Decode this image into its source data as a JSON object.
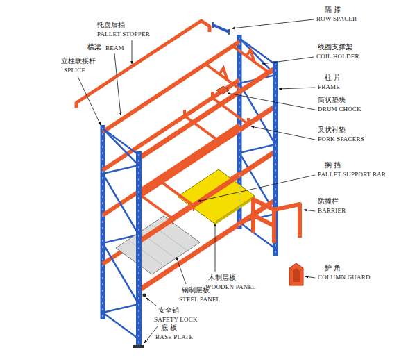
{
  "diagram": {
    "labels": [
      "托盘后挡",
      "PALLET STOPPER",
      "横梁",
      "BEAM",
      "立柱联接杆",
      "SPLICE",
      "隔 撑",
      "ROW SPACER",
      "线圈支撑架",
      "COIL HOLDER",
      "柱 片",
      "FRAME",
      "筒状垫块",
      "DRUM CHOCK",
      "叉状衬垫",
      "FORK SPACERS",
      "搁 挡",
      "PALLET SUPPORT BAR",
      "防撞栏",
      "BARRIER",
      "护 角",
      "COLUMN GUARD",
      "木制层板",
      "WOODEN PANEL",
      "钢制层板",
      "STEEL PANEL",
      "安全销",
      "SAFETY LOCK",
      "底 板",
      "BASE PLATE"
    ]
  }
}
